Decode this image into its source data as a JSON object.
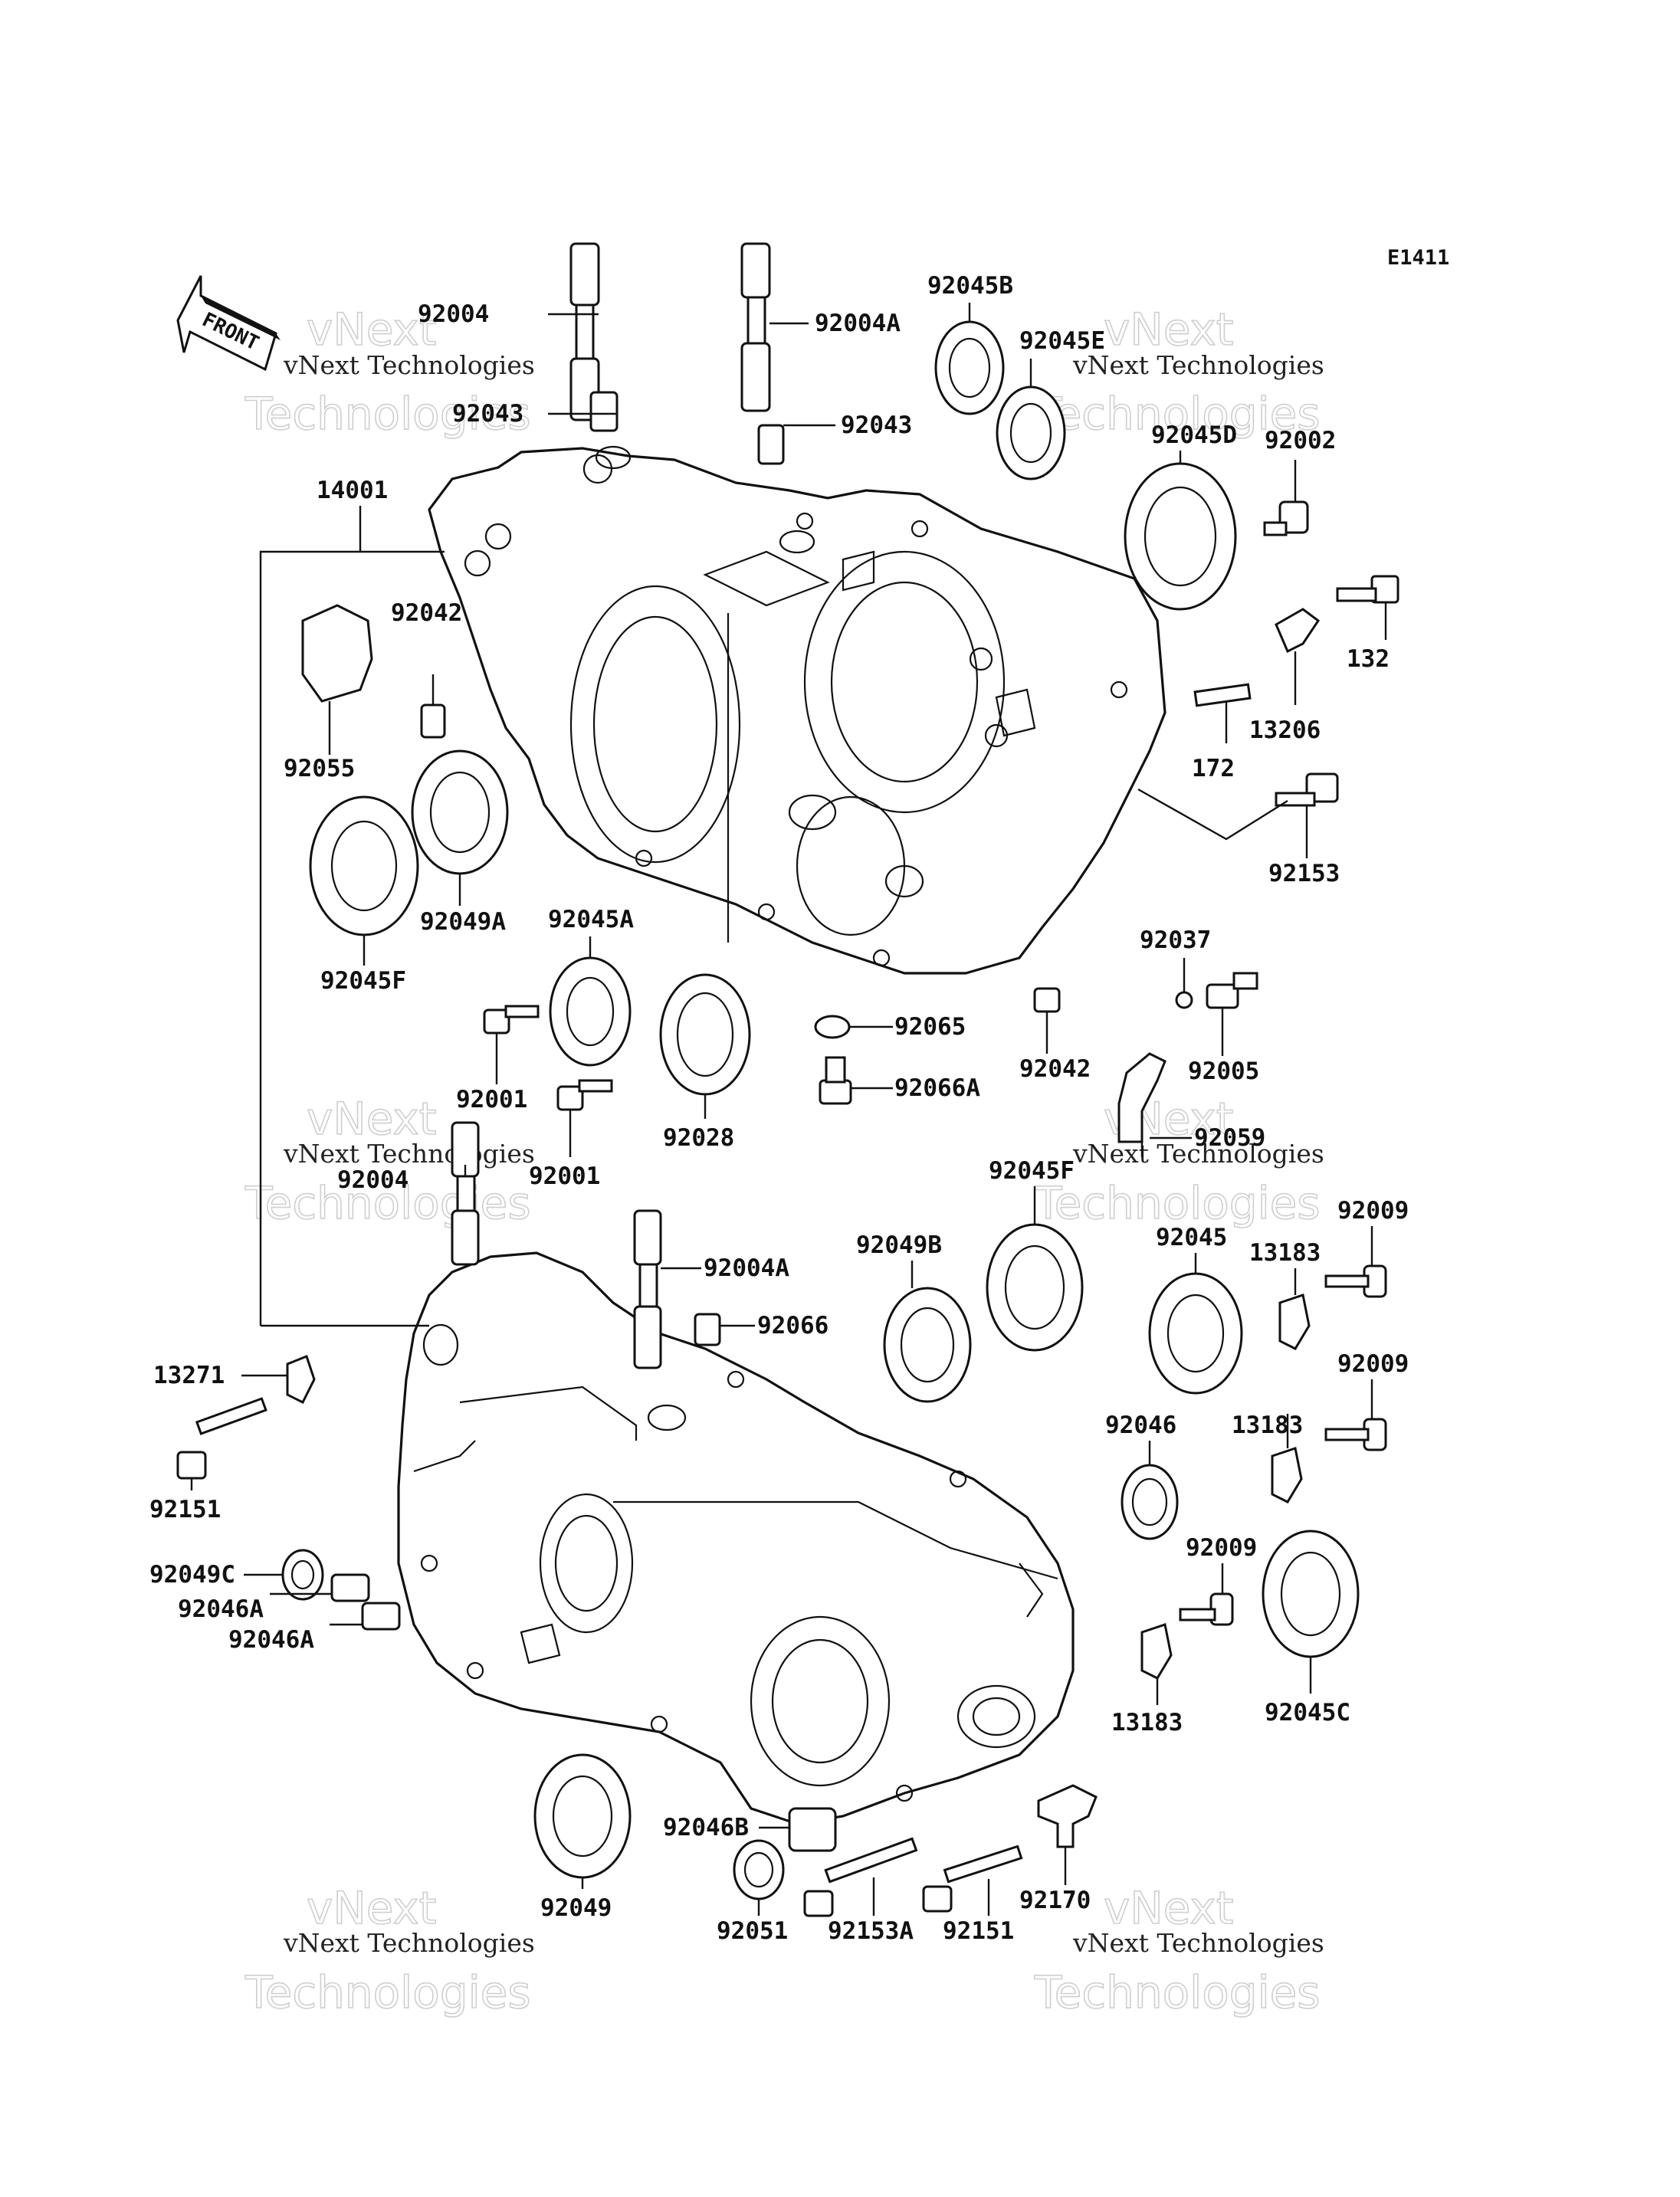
{
  "diagram": {
    "code": "E1411",
    "front_label": "FRONT",
    "watermark": {
      "line1": "vNext",
      "line2": "Technologies",
      "caption": "vNext Technologies"
    },
    "callouts": [
      {
        "id": "c1",
        "text": "92004"
      },
      {
        "id": "c2",
        "text": "92004A"
      },
      {
        "id": "c3",
        "text": "92045B"
      },
      {
        "id": "c4",
        "text": "92045E"
      },
      {
        "id": "c5",
        "text": "92043"
      },
      {
        "id": "c6",
        "text": "92043"
      },
      {
        "id": "c7",
        "text": "92045D"
      },
      {
        "id": "c8",
        "text": "92002"
      },
      {
        "id": "c9",
        "text": "14001"
      },
      {
        "id": "c10",
        "text": "132"
      },
      {
        "id": "c11",
        "text": "92042"
      },
      {
        "id": "c12",
        "text": "13206"
      },
      {
        "id": "c13",
        "text": "92055"
      },
      {
        "id": "c14",
        "text": "172"
      },
      {
        "id": "c15",
        "text": "92153"
      },
      {
        "id": "c16",
        "text": "92049A"
      },
      {
        "id": "c17",
        "text": "92045A"
      },
      {
        "id": "c18",
        "text": "92045F"
      },
      {
        "id": "c19",
        "text": "92037"
      },
      {
        "id": "c20",
        "text": "92065"
      },
      {
        "id": "c21",
        "text": "92042"
      },
      {
        "id": "c22",
        "text": "92005"
      },
      {
        "id": "c23",
        "text": "92066A"
      },
      {
        "id": "c24",
        "text": "92001"
      },
      {
        "id": "c25",
        "text": "92001"
      },
      {
        "id": "c26",
        "text": "92028"
      },
      {
        "id": "c27",
        "text": "92059"
      },
      {
        "id": "c28",
        "text": "92004"
      },
      {
        "id": "c29",
        "text": "92045F"
      },
      {
        "id": "c30",
        "text": "92009"
      },
      {
        "id": "c31",
        "text": "92004A"
      },
      {
        "id": "c32",
        "text": "92049B"
      },
      {
        "id": "c33",
        "text": "92045"
      },
      {
        "id": "c34",
        "text": "13183"
      },
      {
        "id": "c35",
        "text": "92066"
      },
      {
        "id": "c36",
        "text": "92009"
      },
      {
        "id": "c37",
        "text": "13271"
      },
      {
        "id": "c38",
        "text": "92046"
      },
      {
        "id": "c39",
        "text": "13183"
      },
      {
        "id": "c40",
        "text": "92151"
      },
      {
        "id": "c41",
        "text": "92009"
      },
      {
        "id": "c42",
        "text": "92049C"
      },
      {
        "id": "c43",
        "text": "92046A"
      },
      {
        "id": "c44",
        "text": "92046A"
      },
      {
        "id": "c45",
        "text": "13183"
      },
      {
        "id": "c46",
        "text": "92045C"
      },
      {
        "id": "c47",
        "text": "92046B"
      },
      {
        "id": "c48",
        "text": "92049"
      },
      {
        "id": "c49",
        "text": "92170"
      },
      {
        "id": "c50",
        "text": "92051"
      },
      {
        "id": "c51",
        "text": "92153A"
      },
      {
        "id": "c52",
        "text": "92151"
      }
    ]
  }
}
